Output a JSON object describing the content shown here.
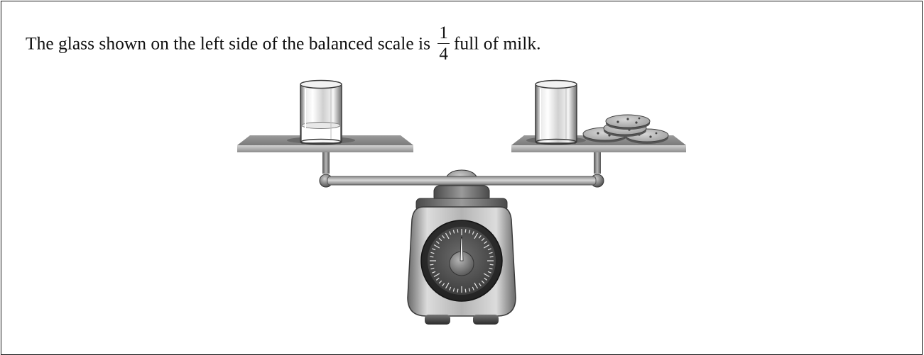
{
  "question": {
    "text_before": "The glass shown on the left side of the balanced scale is",
    "fraction_numerator": "1",
    "fraction_denominator": "4",
    "text_after": "full of milk."
  },
  "illustration": {
    "left_pan": {
      "item": "glass",
      "milk_fill_fraction": 0.25
    },
    "right_pan": {
      "items": [
        "empty glass",
        "cookie",
        "cookie",
        "cookie",
        "cookie"
      ]
    },
    "scale_state": "balanced"
  }
}
